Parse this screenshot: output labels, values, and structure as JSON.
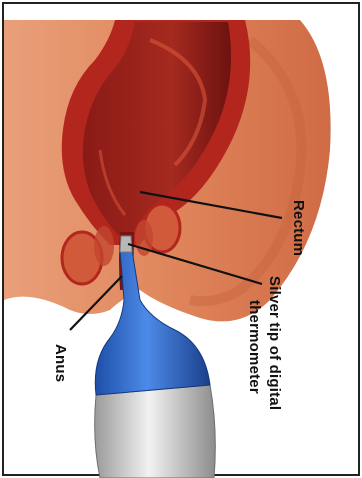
{
  "labels": {
    "rectum": "Rectum",
    "thermometer_line1": "Silver tip of digital",
    "thermometer_line2": "thermometer",
    "anus": "Anus"
  },
  "colors": {
    "skin": "#e0865c",
    "skin_shadow": "#c8643f",
    "rectum_outer": "#b3261e",
    "rectum_inner": "#7a1414",
    "rectum_highlight": "#d9553b",
    "thermometer_probe": "#2f6fd6",
    "thermometer_probe_dark": "#1d4fa8",
    "thermometer_body": "#d9d9d9",
    "silver_tip": "#b8b8b8",
    "leader_line": "#111111"
  }
}
